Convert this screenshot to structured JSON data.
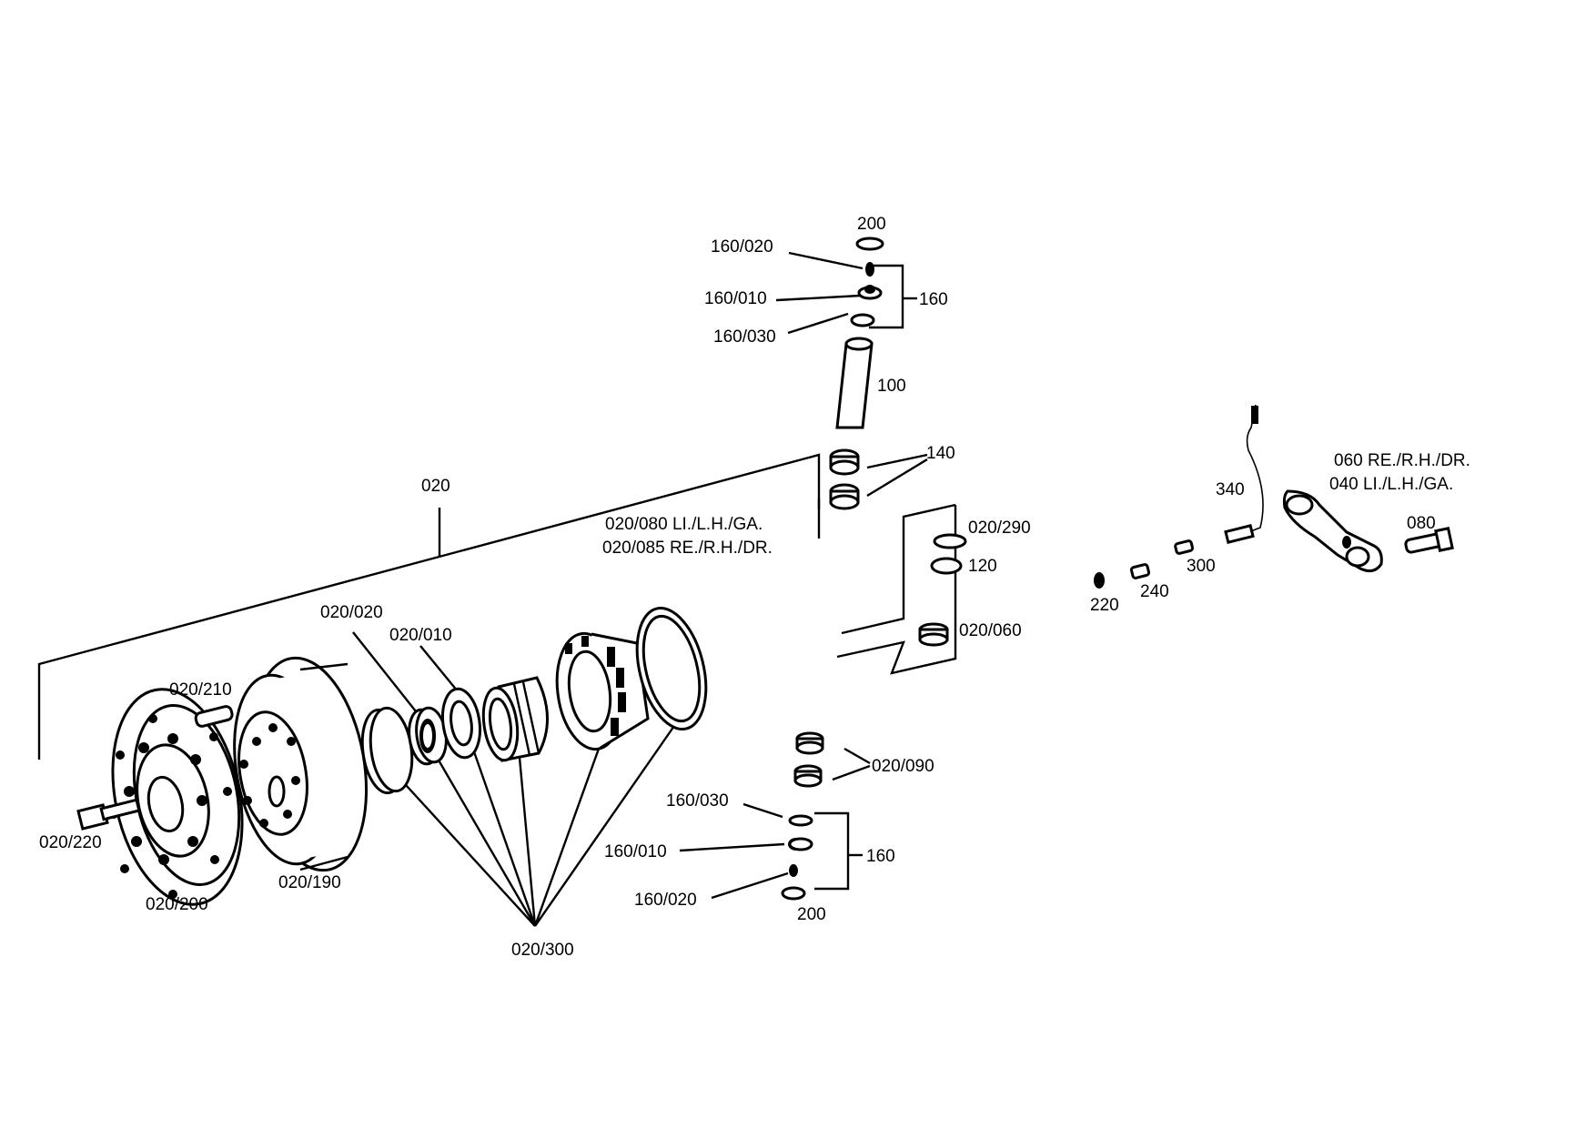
{
  "labels": {
    "l020": "020",
    "l020_080": "020/080 LI./L.H./GA.",
    "l020_085": "020/085 RE./R.H./DR.",
    "l020_020": "020/020",
    "l020_010": "020/010",
    "l020_210": "020/210",
    "l020_220": "020/220",
    "l020_200": "020/200",
    "l020_190": "020/190",
    "l020_300": "020/300",
    "l020_290": "020/290",
    "l120": "120",
    "l020_060": "020/060",
    "l020_090": "020/090",
    "l100": "100",
    "l140": "140",
    "l200_top": "200",
    "l160_020_top": "160/020",
    "l160_010_top": "160/010",
    "l160_030_top": "160/030",
    "l160_top": "160",
    "l160_030_bot": "160/030",
    "l160_010_bot": "160/010",
    "l160_020_bot": "160/020",
    "l160_bot": "160",
    "l200_bot": "200",
    "l340": "340",
    "l060": "060 RE./R.H./DR.",
    "l040": "040 LI./L.H./GA.",
    "l080": "080",
    "l300": "300",
    "l240": "240",
    "l220": "220"
  }
}
